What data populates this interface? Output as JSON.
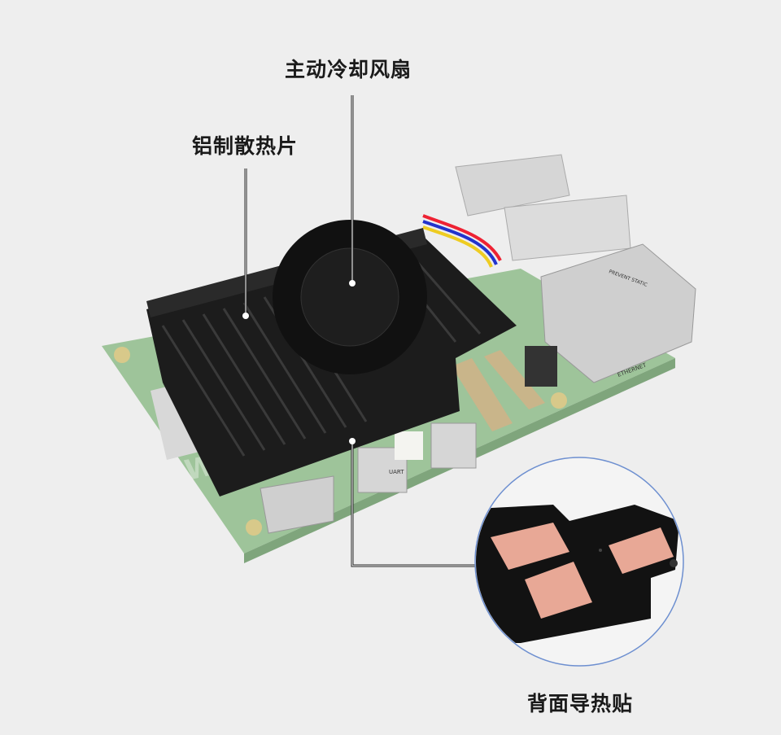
{
  "labels": {
    "fan": "主动冷却风扇",
    "heatsink": "铝制散热片",
    "thermal_pad": "背面导热贴"
  },
  "board_marks": {
    "watermark": "WAVESHARE",
    "ethernet": "ETHERNET",
    "uart": "UART",
    "static": "PREVENT STATIC"
  },
  "colors": {
    "background": "#eeeeee",
    "board": "#9ec49a",
    "heatsink": "#1c1c1c",
    "thermal_pad": "#e8a896",
    "inset_ring": "#6d8fd0"
  }
}
